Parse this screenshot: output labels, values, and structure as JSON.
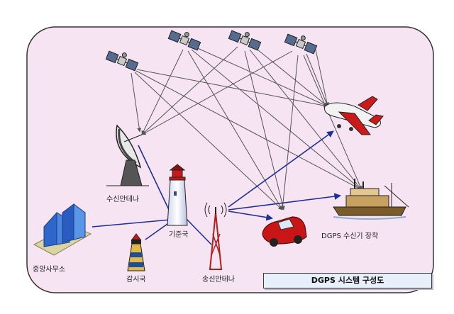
{
  "title": "DGPS 시스템 구성도",
  "nodes": {
    "receive_antenna": "수신안테나",
    "reference_station": "기준국",
    "central_office": "중앙사무소",
    "monitor_station": "감시국",
    "transmit_antenna": "송신안테나",
    "dgps_receiver": "DGPS 수신기 장착"
  },
  "colors": {
    "panel_fill": "#f6e4f2",
    "panel_stroke": "#333333",
    "signal_arrow": "#555555",
    "correction_link": "#1c2f9c"
  }
}
